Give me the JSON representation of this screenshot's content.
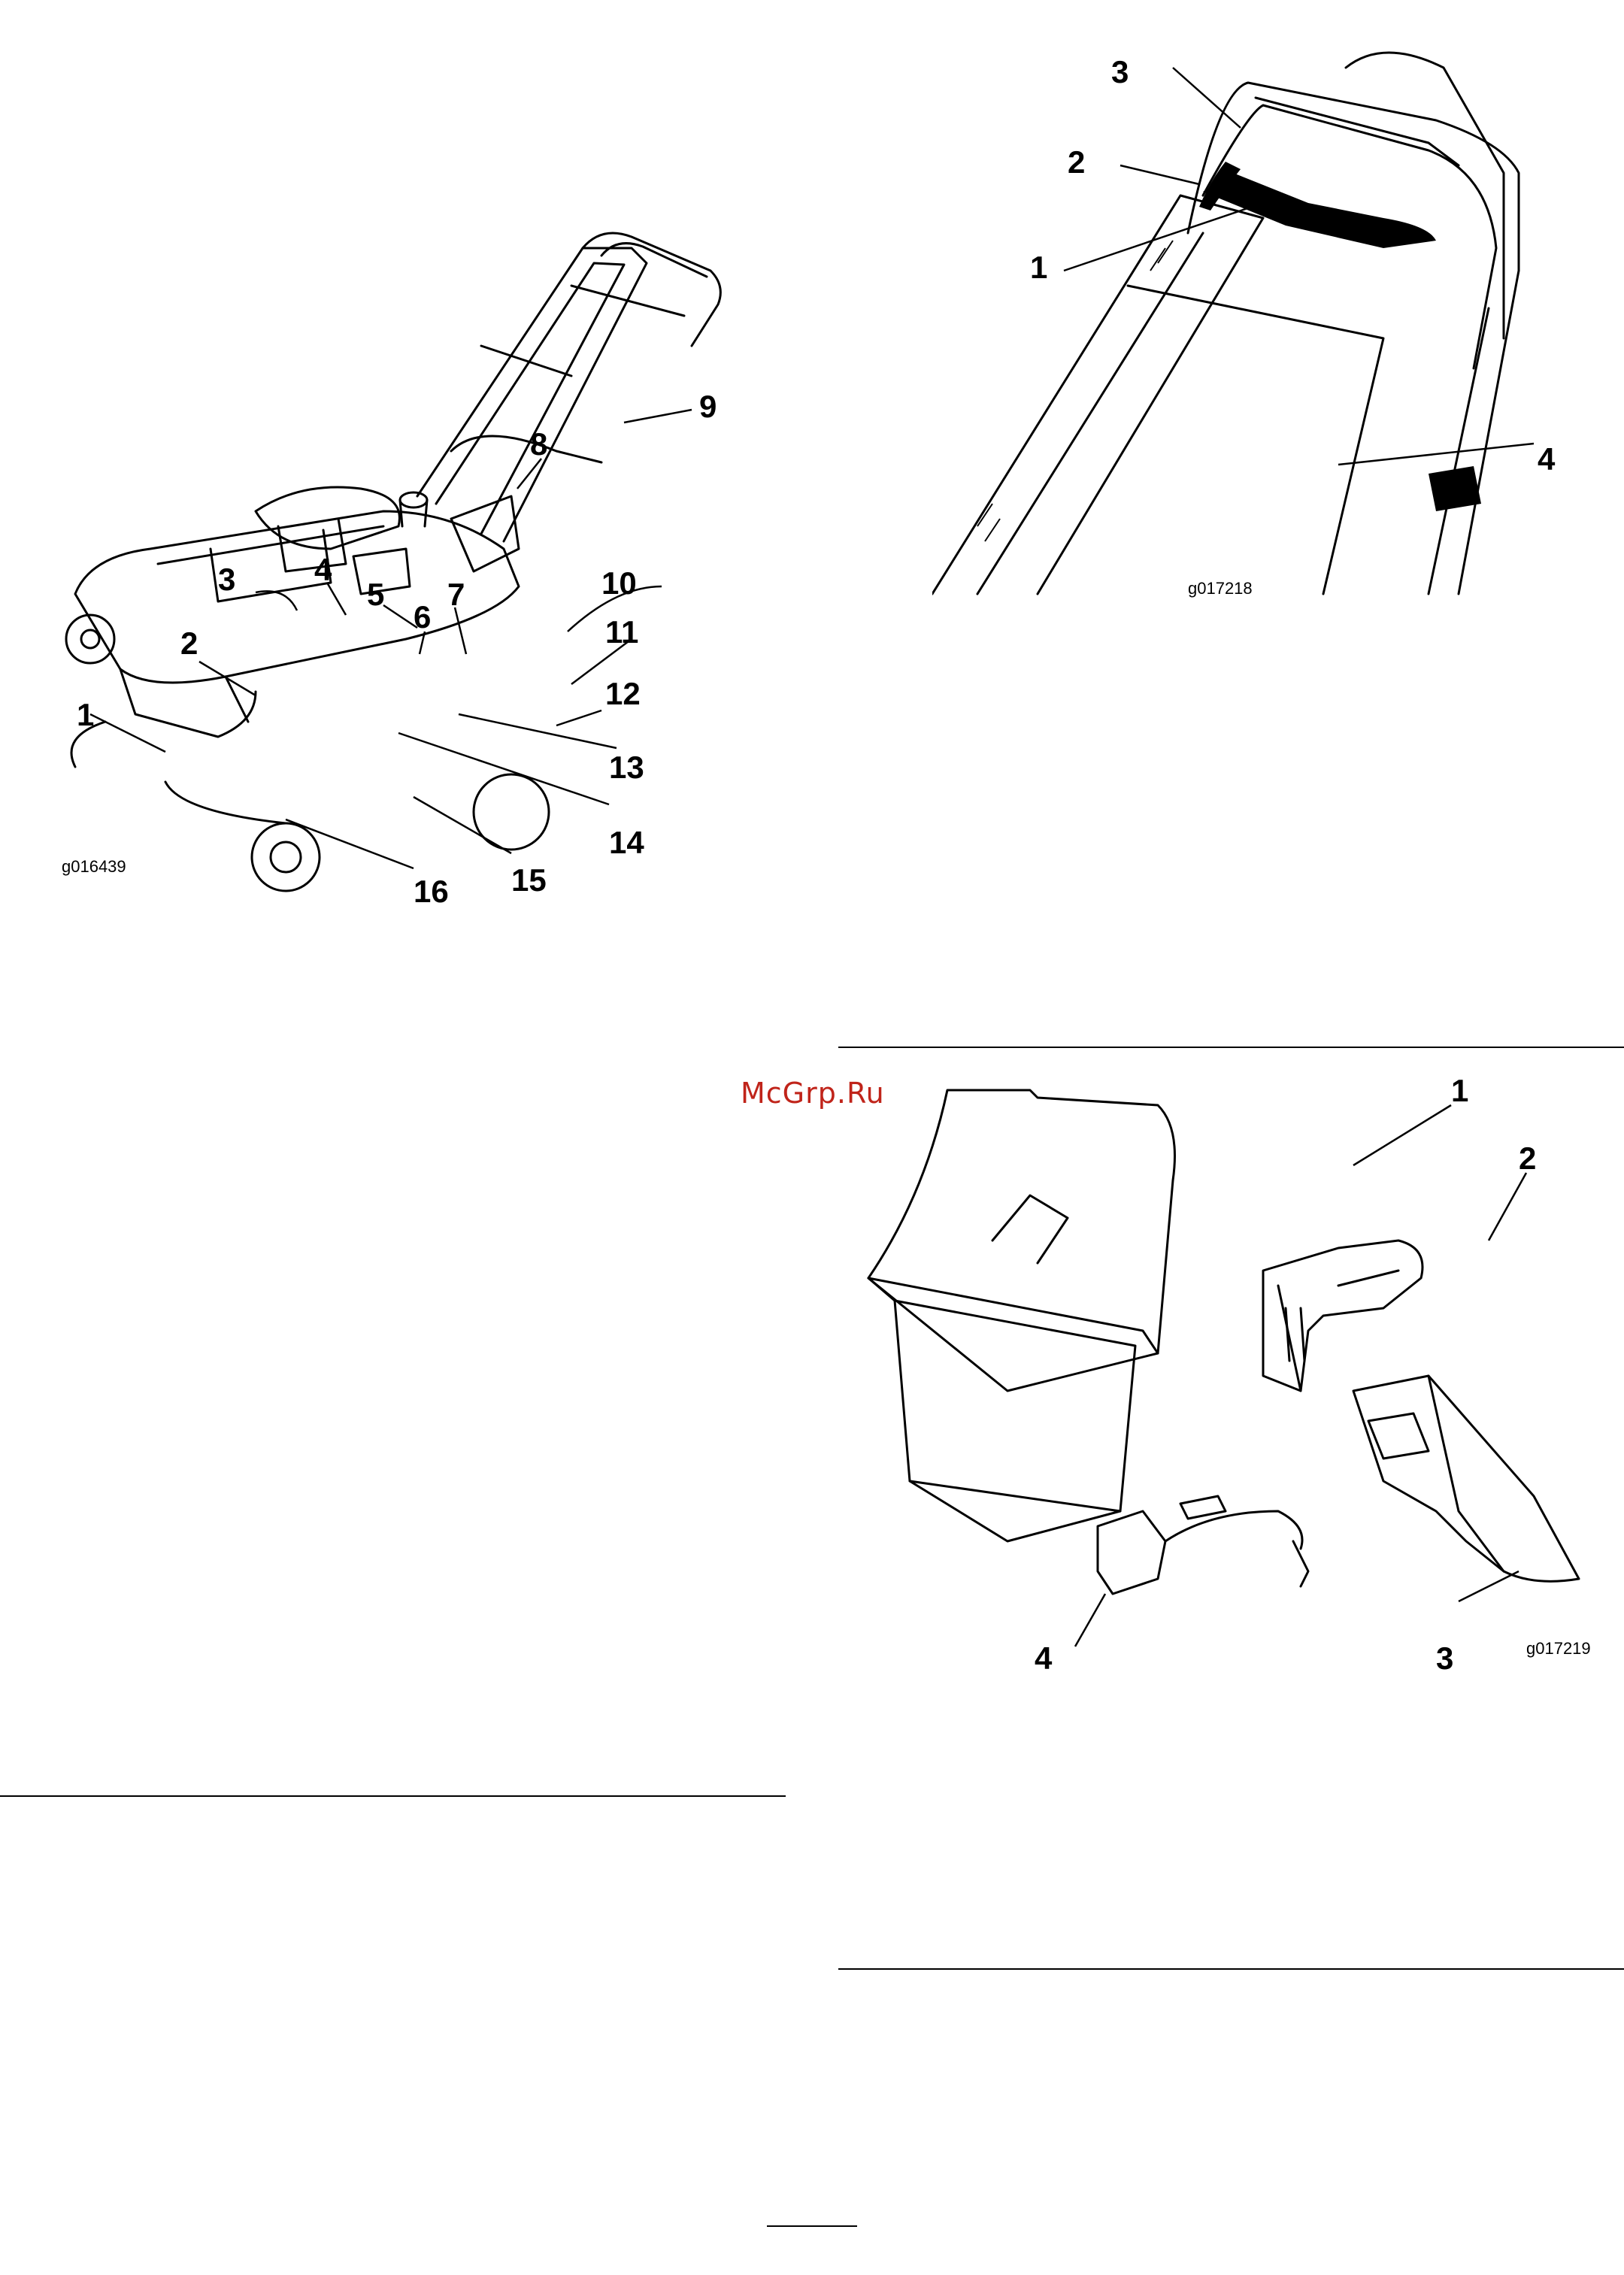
{
  "watermark": "McGrp.Ru",
  "figures": {
    "mower": {
      "id": "g016439",
      "callouts": [
        "1",
        "2",
        "3",
        "4",
        "5",
        "6",
        "7",
        "8",
        "9",
        "10",
        "11",
        "12",
        "13",
        "14",
        "15",
        "16"
      ]
    },
    "handle": {
      "id": "g017218",
      "callouts": [
        "1",
        "2",
        "3",
        "4"
      ]
    },
    "parts": {
      "id": "g017219",
      "callouts": [
        "1",
        "2",
        "3",
        "4"
      ]
    }
  }
}
